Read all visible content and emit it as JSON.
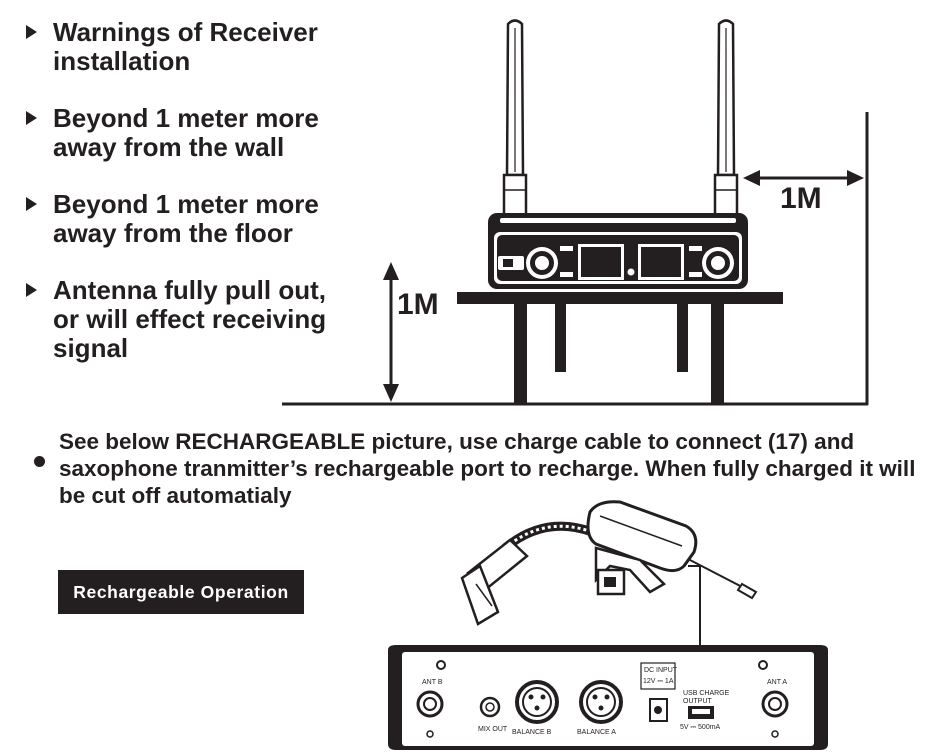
{
  "warnings": [
    {
      "text": "Warnings of Receiver\ninstallation"
    },
    {
      "text": "Beyond 1 meter more\naway from the wall"
    },
    {
      "text": "Beyond 1 meter more\naway from the floor"
    },
    {
      "text": "Antenna fully pull out,\nor will effect receiving\nsignal"
    }
  ],
  "distance_labels": {
    "wall": "1M",
    "floor": "1M"
  },
  "recharge_note": "See below RECHARGEABLE picture, use charge cable to connect (17) and saxophone tranmitter’s rechargeable port to recharge. When fully charged it will be cut off automatialy",
  "badge_label": "Rechargeable Operation",
  "rear_panel": {
    "ant_b": "ANT B",
    "ant_a": "ANT A",
    "mix_out": "MIX OUT",
    "balance_b": "BALANCE B",
    "balance_a": "BALANCE A",
    "dc_input": "DC INPUT",
    "dc_rating": "12V ⎓ 1A",
    "usb_charge": "USB CHARGE",
    "usb_output": "OUTPUT",
    "usb_rating": "5V ⎓ 500mA"
  }
}
